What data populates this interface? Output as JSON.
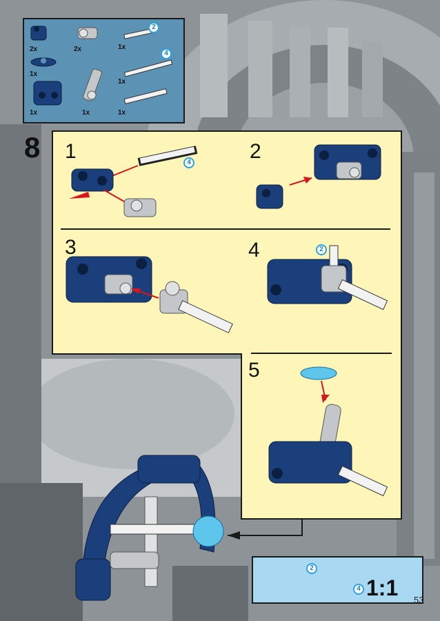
{
  "parts_list": {
    "items": [
      {
        "qty": "2x",
        "icon": "blue-connector-icon"
      },
      {
        "qty": "2x",
        "icon": "grey-axle-joiner-icon"
      },
      {
        "qty": "1x",
        "icon": "axle-2-icon",
        "length_badge": "2"
      },
      {
        "qty": "1x",
        "icon": "blue-disc-icon"
      },
      {
        "qty": "1x",
        "icon": "axle-4-icon",
        "length_badge": "4"
      },
      {
        "qty": "1x",
        "icon": "blue-double-connector-icon"
      },
      {
        "qty": "1x",
        "icon": "grey-angled-connector-icon"
      },
      {
        "qty": "1x",
        "icon": "axle-3-icon"
      }
    ]
  },
  "main_step": "8",
  "substeps": [
    {
      "number": "1"
    },
    {
      "number": "2"
    },
    {
      "number": "3"
    },
    {
      "number": "4",
      "badge": "2"
    },
    {
      "number": "5"
    }
  ],
  "step1_badge": "4",
  "scale_box": {
    "badge_short": "2",
    "badge_long": "4",
    "ratio": "1:1"
  },
  "page_number": "53",
  "colors": {
    "panel_bg": "#fdf6b8",
    "parts_bg": "#5c93b4",
    "ruler_bg": "#a9d9f2",
    "arrow": "#d8141c",
    "brick_blue": "#1b3f7a",
    "brick_grey": "#c3c7c9"
  }
}
